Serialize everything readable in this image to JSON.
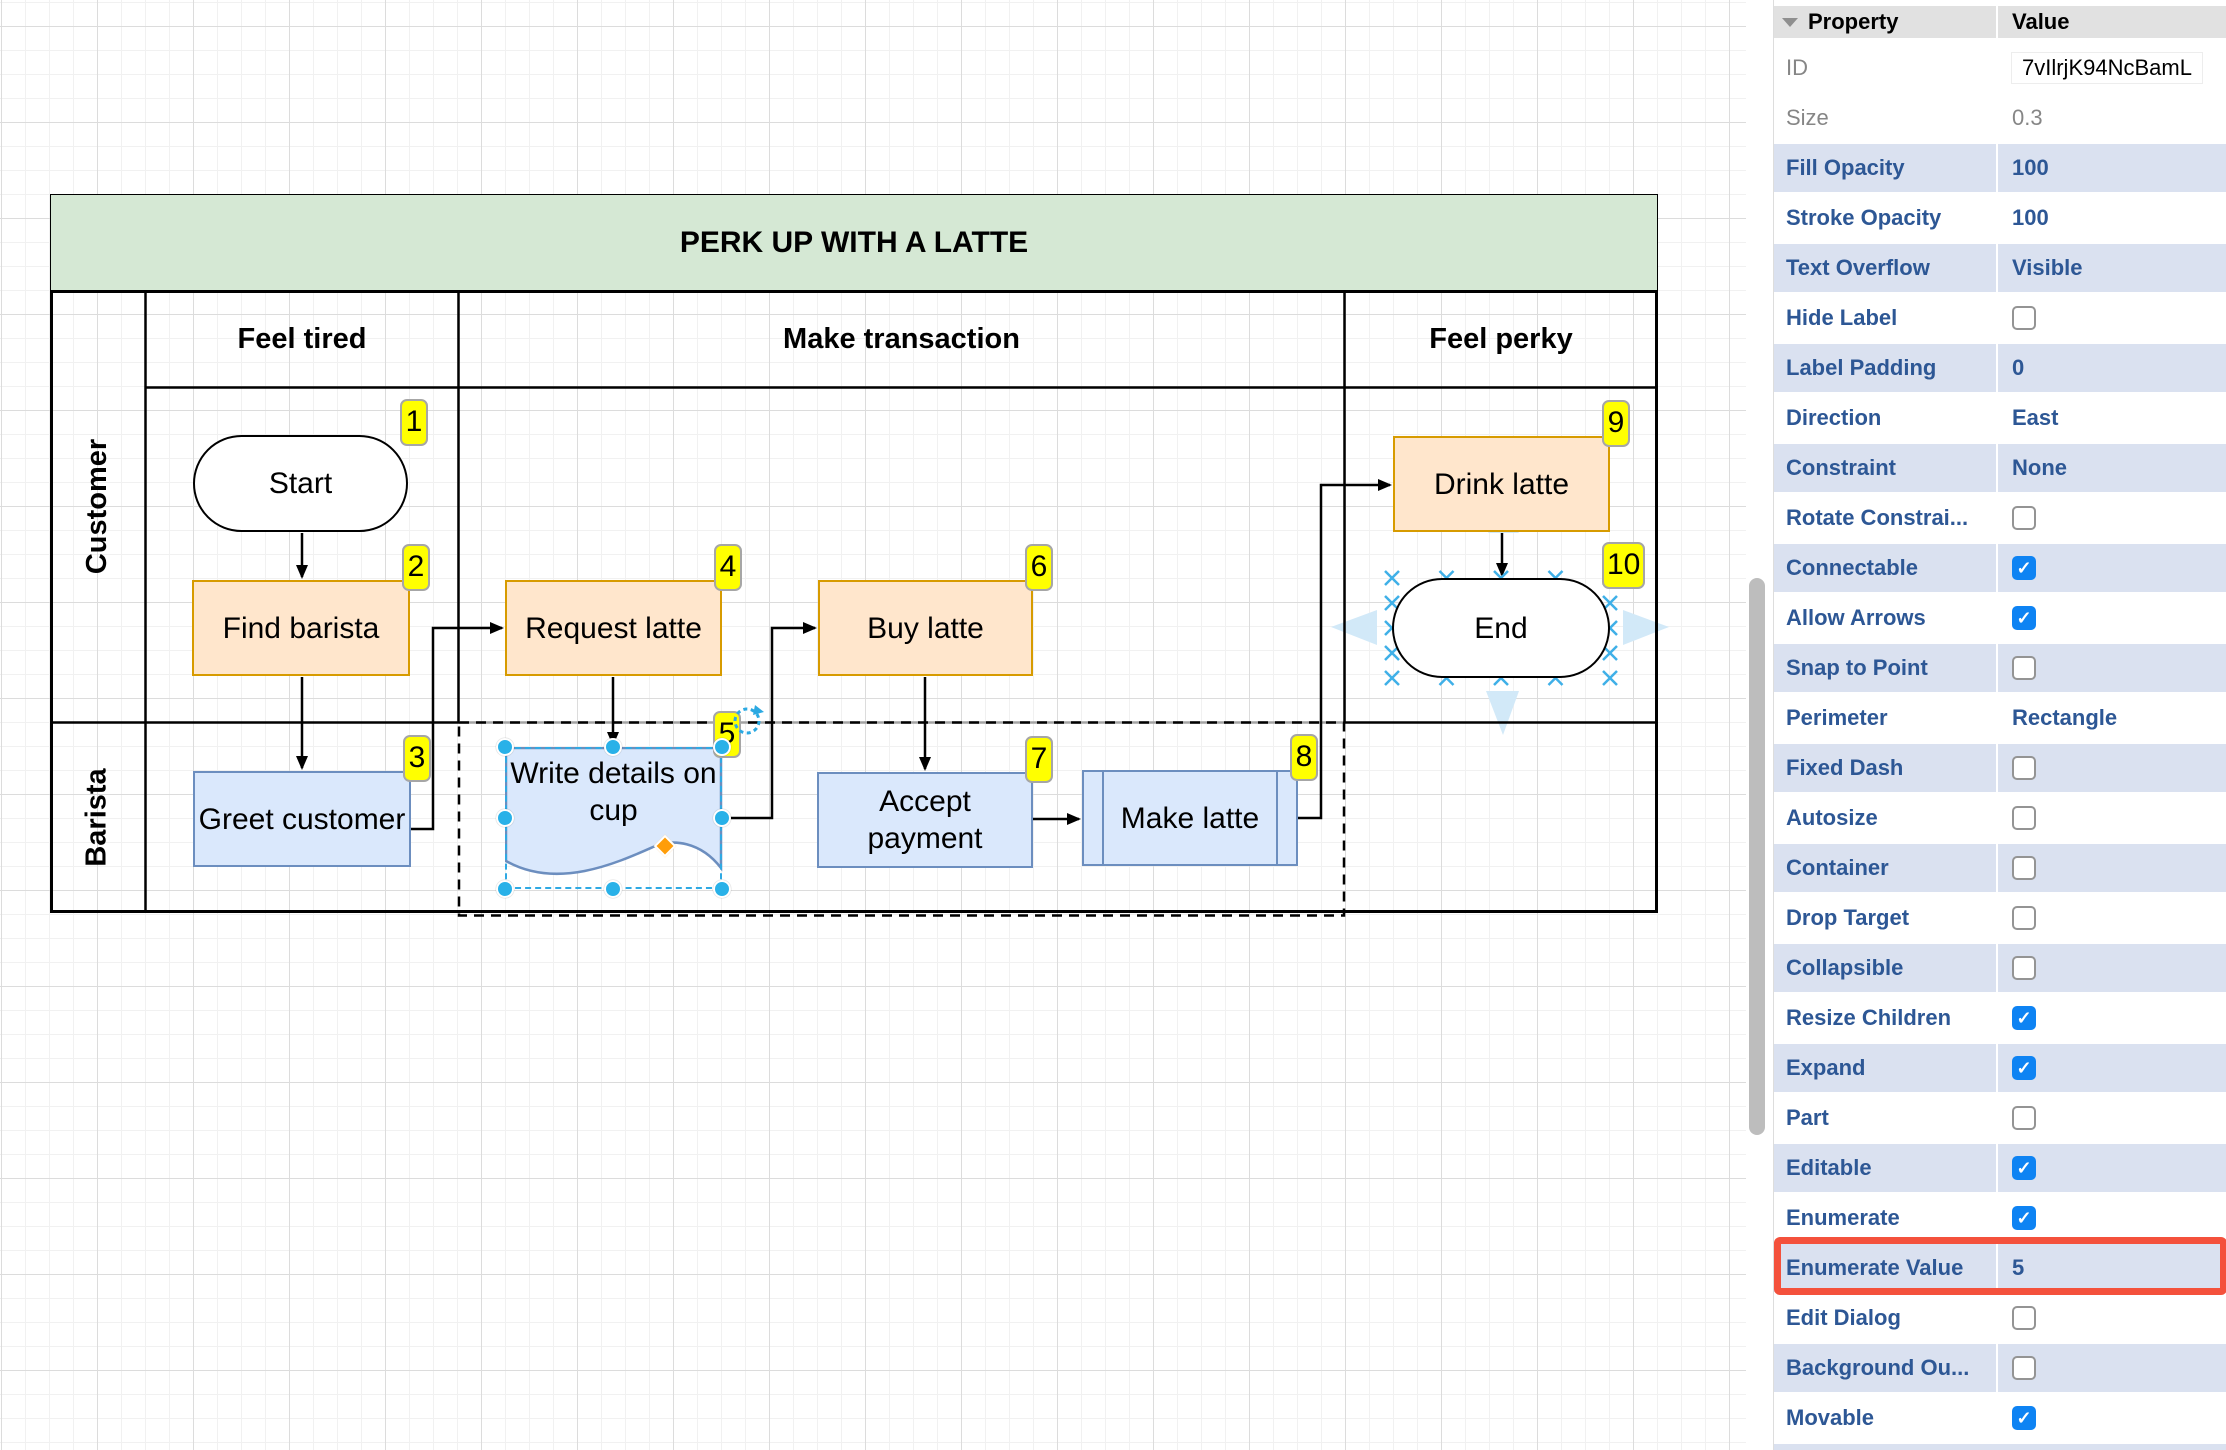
{
  "diagram": {
    "title": "PERK UP WITH A LATTE",
    "lanes": [
      "Customer",
      "Barista"
    ],
    "phases": [
      "Feel tired",
      "Make transaction",
      "Feel perky"
    ],
    "shapes": [
      {
        "label": "Start"
      },
      {
        "label": "Find barista"
      },
      {
        "label": "Greet customer"
      },
      {
        "label": "Request latte"
      },
      {
        "label": "Write details on cup"
      },
      {
        "label": "Buy latte"
      },
      {
        "label": "Accept payment"
      },
      {
        "label": "Make latte"
      },
      {
        "label": "Drink latte"
      },
      {
        "label": "End"
      }
    ],
    "badges": [
      "1",
      "2",
      "3",
      "4",
      "5",
      "6",
      "7",
      "8",
      "9",
      "10"
    ],
    "colors": {
      "title_fill": "#d5e8d4",
      "orange_fill": "#ffe6cc",
      "orange_stroke": "#d79b00",
      "blue_fill": "#dae8fc",
      "blue_stroke": "#6c8ebf",
      "badge_fill": "#ffff00",
      "selection": "#29b1e8"
    }
  },
  "panel": {
    "header": {
      "property": "Property",
      "value": "Value"
    },
    "rows": [
      {
        "label": "ID",
        "type": "text",
        "value": "7vIlrjK94NcBamL",
        "muted": true,
        "chip": true
      },
      {
        "label": "Size",
        "type": "text",
        "value": "0.3",
        "muted": true
      },
      {
        "label": "Fill Opacity",
        "type": "text",
        "value": "100"
      },
      {
        "label": "Stroke Opacity",
        "type": "text",
        "value": "100"
      },
      {
        "label": "Text Overflow",
        "type": "text",
        "value": "Visible"
      },
      {
        "label": "Hide Label",
        "type": "checkbox",
        "checked": false
      },
      {
        "label": "Label Padding",
        "type": "text",
        "value": "0"
      },
      {
        "label": "Direction",
        "type": "text",
        "value": "East"
      },
      {
        "label": "Constraint",
        "type": "text",
        "value": "None"
      },
      {
        "label": "Rotate Constrai...",
        "type": "checkbox",
        "checked": false
      },
      {
        "label": "Connectable",
        "type": "checkbox",
        "checked": true
      },
      {
        "label": "Allow Arrows",
        "type": "checkbox",
        "checked": true
      },
      {
        "label": "Snap to Point",
        "type": "checkbox",
        "checked": false
      },
      {
        "label": "Perimeter",
        "type": "text",
        "value": "Rectangle"
      },
      {
        "label": "Fixed Dash",
        "type": "checkbox",
        "checked": false
      },
      {
        "label": "Autosize",
        "type": "checkbox",
        "checked": false
      },
      {
        "label": "Container",
        "type": "checkbox",
        "checked": false
      },
      {
        "label": "Drop Target",
        "type": "checkbox",
        "checked": false
      },
      {
        "label": "Collapsible",
        "type": "checkbox",
        "checked": false
      },
      {
        "label": "Resize Children",
        "type": "checkbox",
        "checked": true
      },
      {
        "label": "Expand",
        "type": "checkbox",
        "checked": true
      },
      {
        "label": "Part",
        "type": "checkbox",
        "checked": false
      },
      {
        "label": "Editable",
        "type": "checkbox",
        "checked": true
      },
      {
        "label": "Enumerate",
        "type": "checkbox",
        "checked": true
      },
      {
        "label": "Enumerate Value",
        "type": "text",
        "value": "5",
        "highlight": true
      },
      {
        "label": "Edit Dialog",
        "type": "checkbox",
        "checked": false
      },
      {
        "label": "Background Ou...",
        "type": "checkbox",
        "checked": false
      },
      {
        "label": "Movable",
        "type": "checkbox",
        "checked": true
      }
    ],
    "highlight_color": "#f4513c",
    "checkbox_on_color": "#0e83f3"
  }
}
